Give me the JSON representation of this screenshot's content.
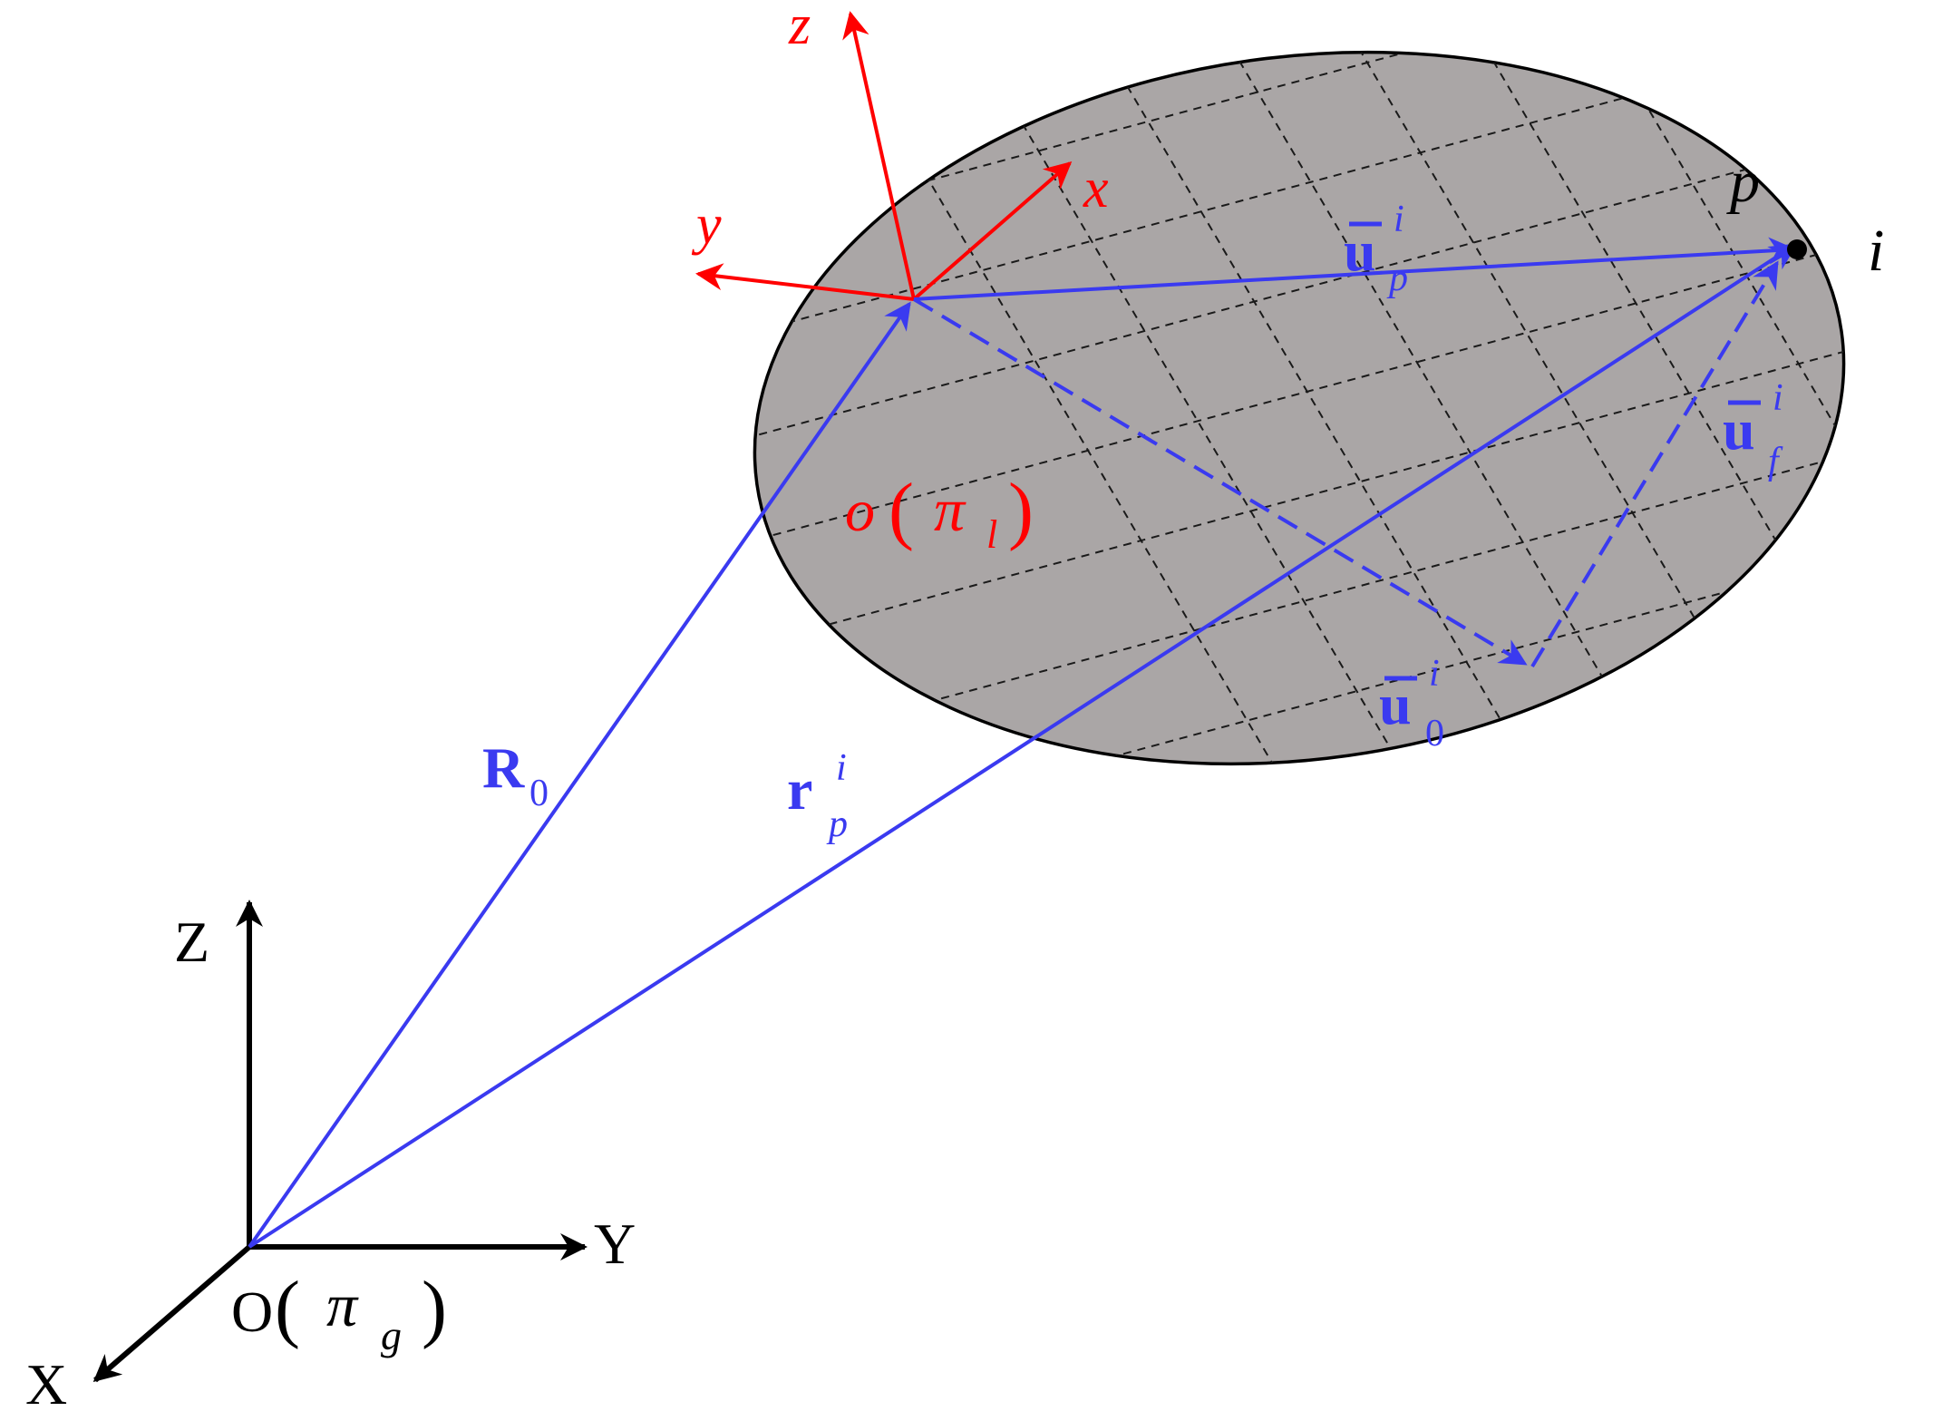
{
  "colors": {
    "body_fill": "#aaa6a6",
    "outline": "#000000",
    "grid": "#000000",
    "global_frame": "#000000",
    "local_frame": "#ff0000",
    "vectors": "#3a3af0",
    "background": "#ffffff"
  },
  "global_frame": {
    "x_label": "X",
    "y_label": "Y",
    "z_label": "Z",
    "origin_letter": "O",
    "origin_symbol": "π",
    "origin_subscript": "g",
    "paren_open": "(",
    "paren_close": ")"
  },
  "local_frame": {
    "x_label": "x",
    "y_label": "y",
    "z_label": "z",
    "origin_letter": "o",
    "origin_symbol": "π",
    "origin_subscript": "l",
    "paren_open": "(",
    "paren_close": ")"
  },
  "vectors": {
    "R0": {
      "base": "R",
      "sub": "0"
    },
    "rp": {
      "base": "r",
      "sup": "i",
      "sub": "p"
    },
    "up": {
      "base": "u",
      "sup": "i",
      "sub": "p"
    },
    "uf": {
      "base": "u",
      "sup": "i",
      "sub": "f"
    },
    "u0": {
      "base": "u",
      "sup": "i",
      "sub": "0"
    }
  },
  "point": {
    "label": "p",
    "body_label": "i"
  }
}
